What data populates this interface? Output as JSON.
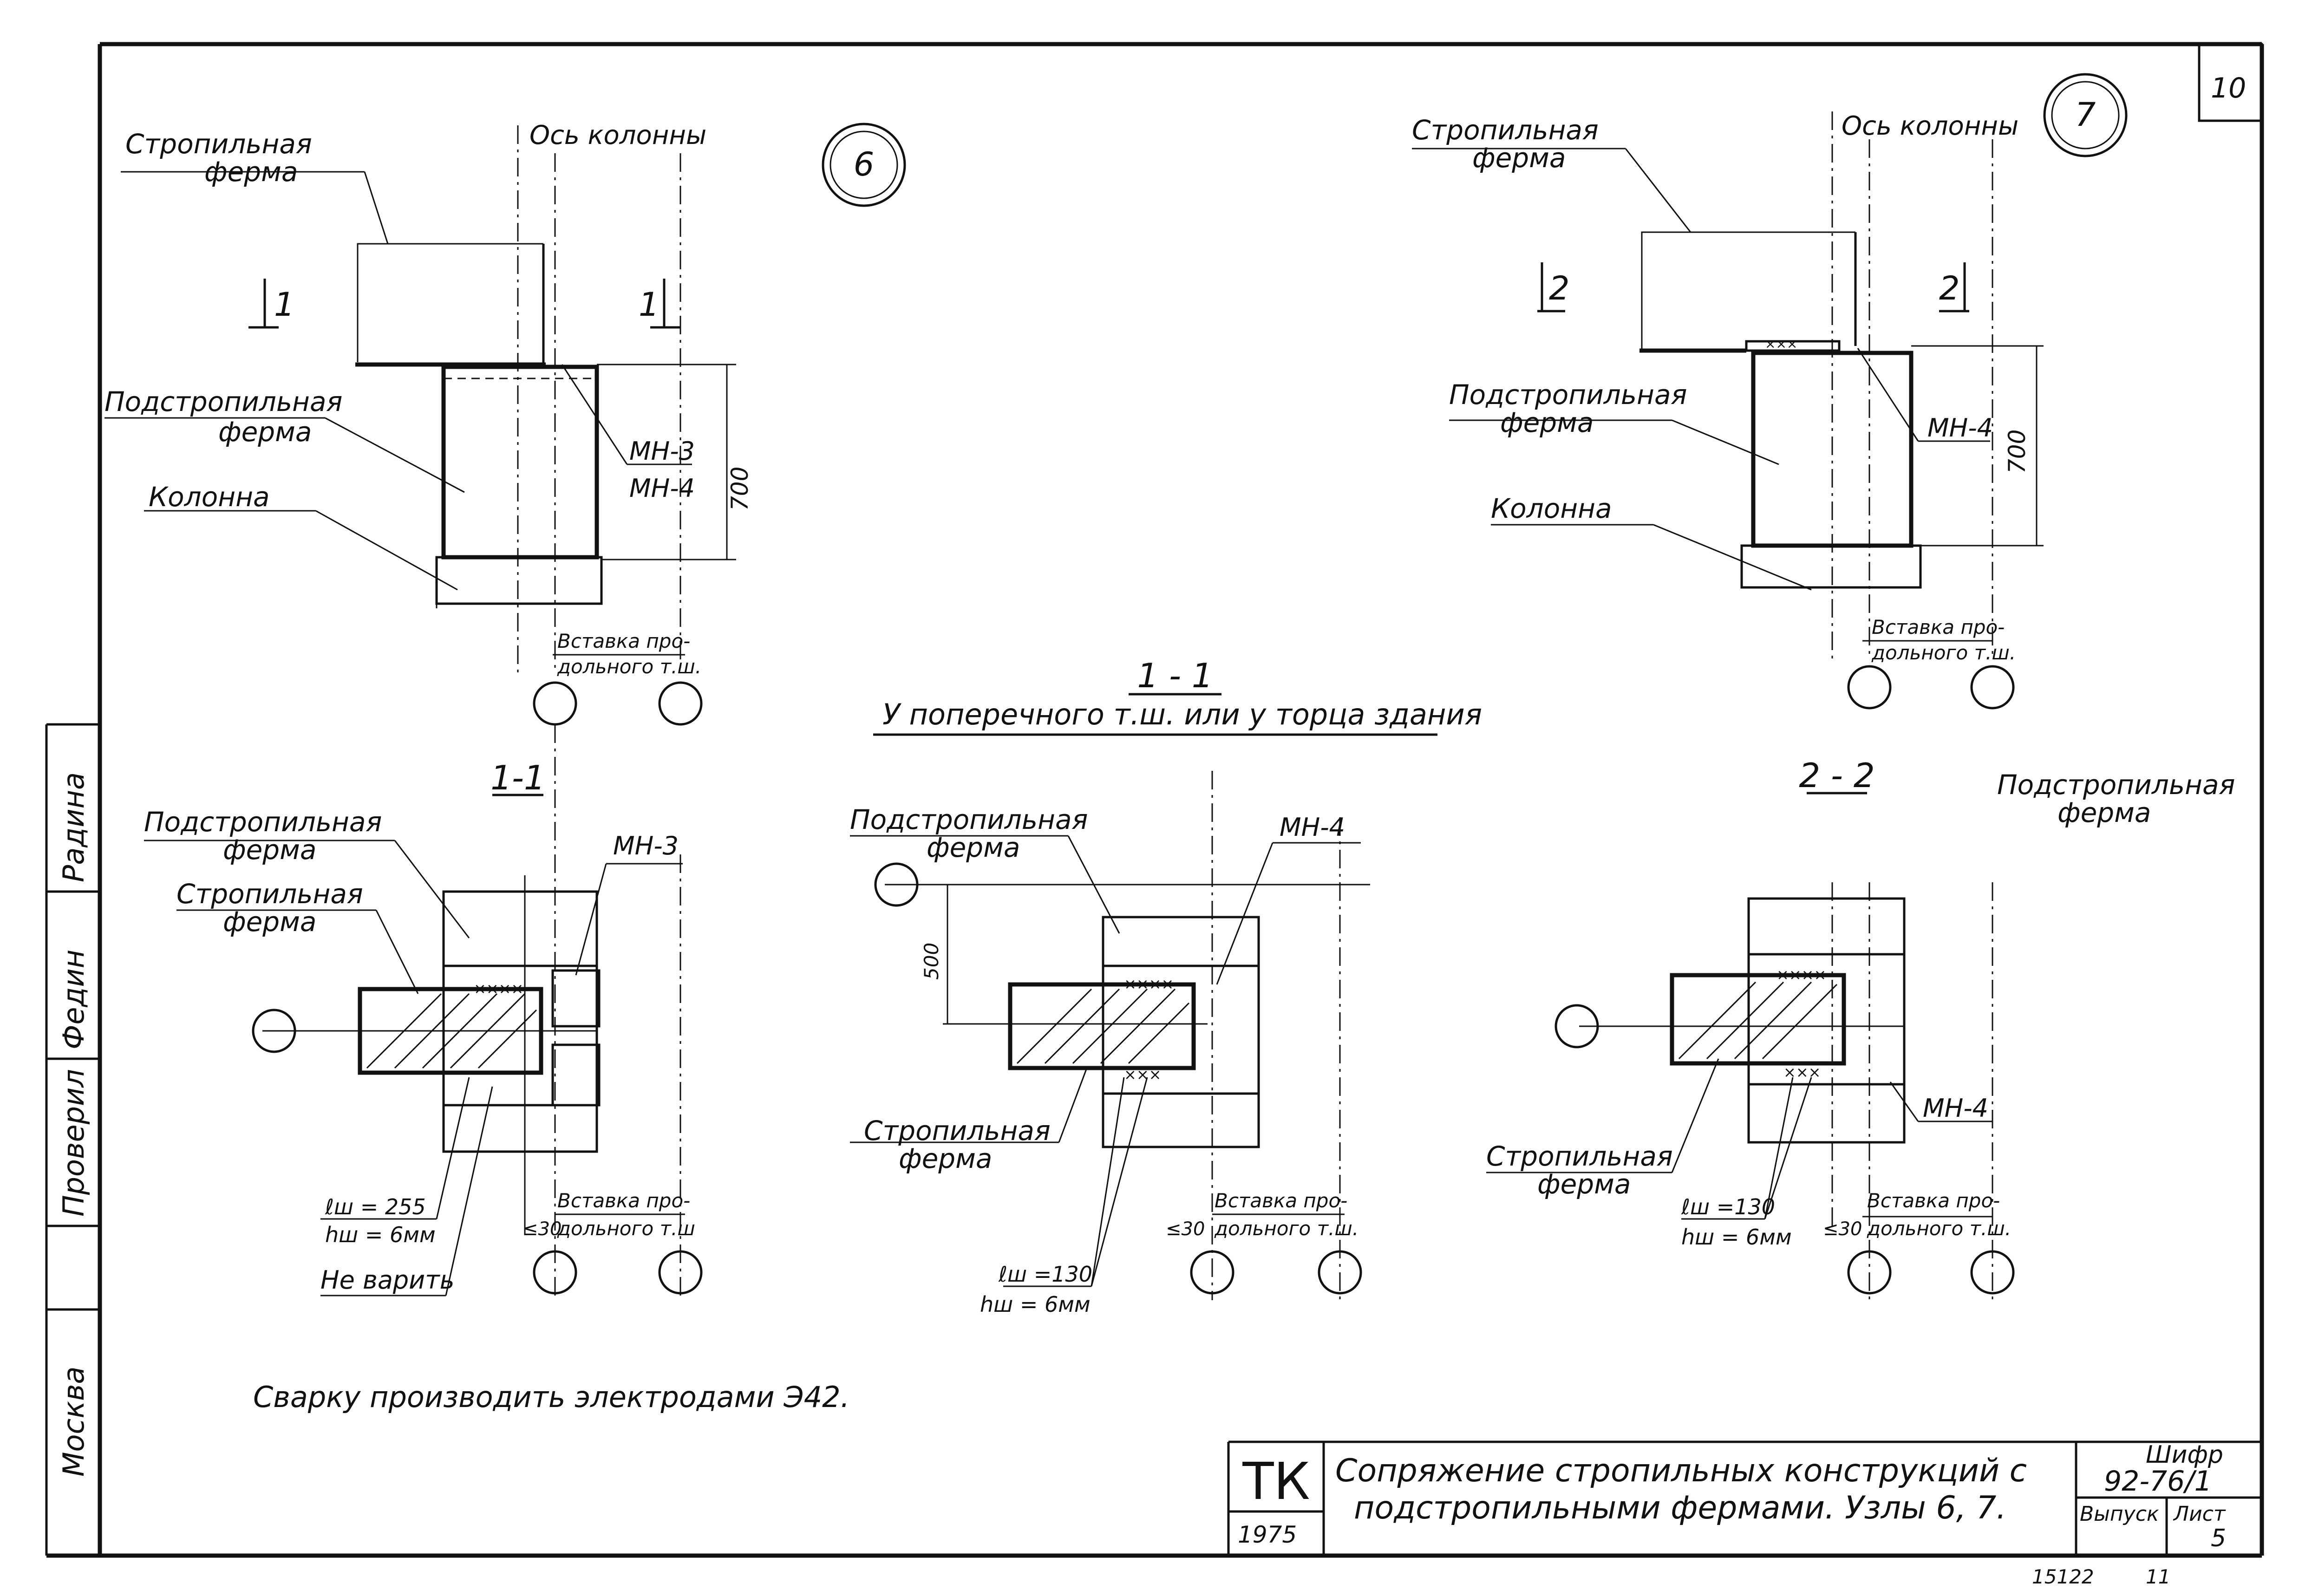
{
  "sheet_corner_number": "10",
  "node6": {
    "marker": "6",
    "rafter_truss_label": [
      "Стропильная",
      "ферма"
    ],
    "column_axis_label": "Ось колонны",
    "sub_truss_label": [
      "Подстропильная",
      "ферма"
    ],
    "column_label": "Колонна",
    "cut_left": "1",
    "cut_right": "1",
    "plate_labels": [
      "МН-3",
      "МН-4"
    ],
    "dimension": "700",
    "insert_label": [
      "Вставка про-",
      "дольного т.ш."
    ]
  },
  "node7": {
    "marker": "7",
    "rafter_truss_label": [
      "Стропильная",
      "ферма"
    ],
    "column_axis_label": "Ось колонны",
    "sub_truss_label": [
      "Подстропильная",
      "ферма"
    ],
    "column_label": "Колонна",
    "cut_left": "2",
    "cut_right": "2",
    "plate_label": "МН-4",
    "dimension": "700",
    "insert_label": [
      "Вставка про-",
      "дольного т.ш."
    ]
  },
  "center_heading": {
    "section": "1 - 1",
    "caption": "У поперечного т.ш. или у торца здания"
  },
  "section_1_1_left": {
    "title": "1-1",
    "sub_truss_label": [
      "Подстропильная",
      "ферма"
    ],
    "rafter_truss_label": [
      "Стропильная",
      "ферма"
    ],
    "plate_label": "МН-3",
    "weld_length": "ℓш = 255",
    "weld_height": "hш = 6мм",
    "no_weld": "Не варить",
    "gap": "≤30",
    "insert_label": [
      "Вставка про-",
      "дольного т.ш"
    ]
  },
  "section_1_1_center": {
    "sub_truss_label": [
      "Подстропильная",
      "ферма"
    ],
    "rafter_truss_label": [
      "Стропильная",
      "ферма"
    ],
    "plate_label": "МН-4",
    "dimension": "500",
    "weld_length": "ℓш =130",
    "weld_height": "hш = 6мм",
    "gap": "≤30",
    "insert_label": [
      "Вставка про-",
      "дольного т.ш."
    ]
  },
  "section_2_2": {
    "title": "2 - 2",
    "sub_truss_label": [
      "Подстропильная",
      "ферма"
    ],
    "rafter_truss_label": [
      "Стропильная",
      "ферма"
    ],
    "plate_label": "МН-4",
    "weld_length": "ℓш =130",
    "weld_height": "hш = 6мм",
    "gap": "≤30",
    "insert_label": [
      "Вставка про-",
      "дольного т.ш."
    ]
  },
  "note": "Сварку производить электродами Э42.",
  "side_stamp": [
    "Москва",
    "Проверил",
    "Федин",
    "Радина"
  ],
  "title_block": {
    "org": "ТК",
    "year": "1975",
    "title_line1": "Сопряжение стропильных конструкций с",
    "title_line2": "подстропильными фермами. Узлы 6, 7.",
    "code_label": "Шифр",
    "code_value": "92-76/1",
    "issue_label": "Выпуск",
    "sheet_label": "Лист",
    "sheet_value": "5"
  },
  "footer_numbers": [
    "15122",
    "11"
  ]
}
